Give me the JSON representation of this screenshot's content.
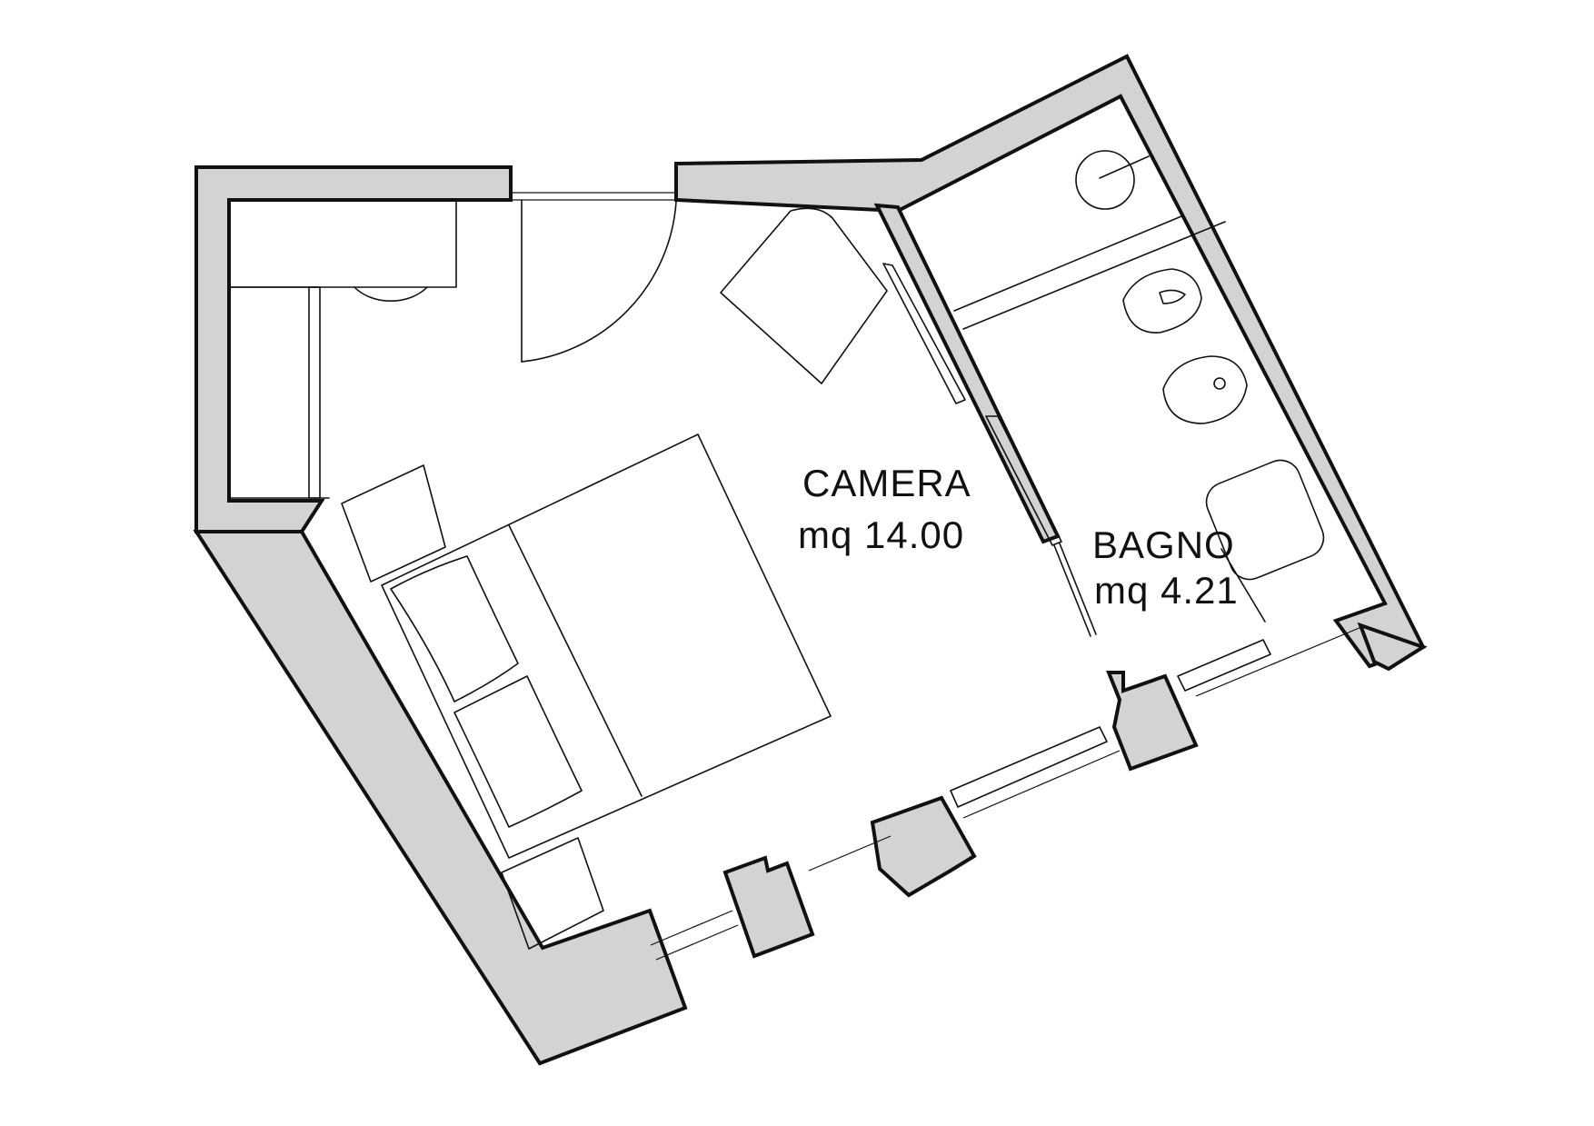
{
  "rooms": {
    "camera": {
      "name": "CAMERA",
      "area": "mq 14.00"
    },
    "bagno": {
      "name": "BAGNO",
      "area": "mq 4.21"
    }
  },
  "colors": {
    "wall_fill": "#d3d3d3",
    "line": "#111111",
    "background": "#ffffff"
  }
}
